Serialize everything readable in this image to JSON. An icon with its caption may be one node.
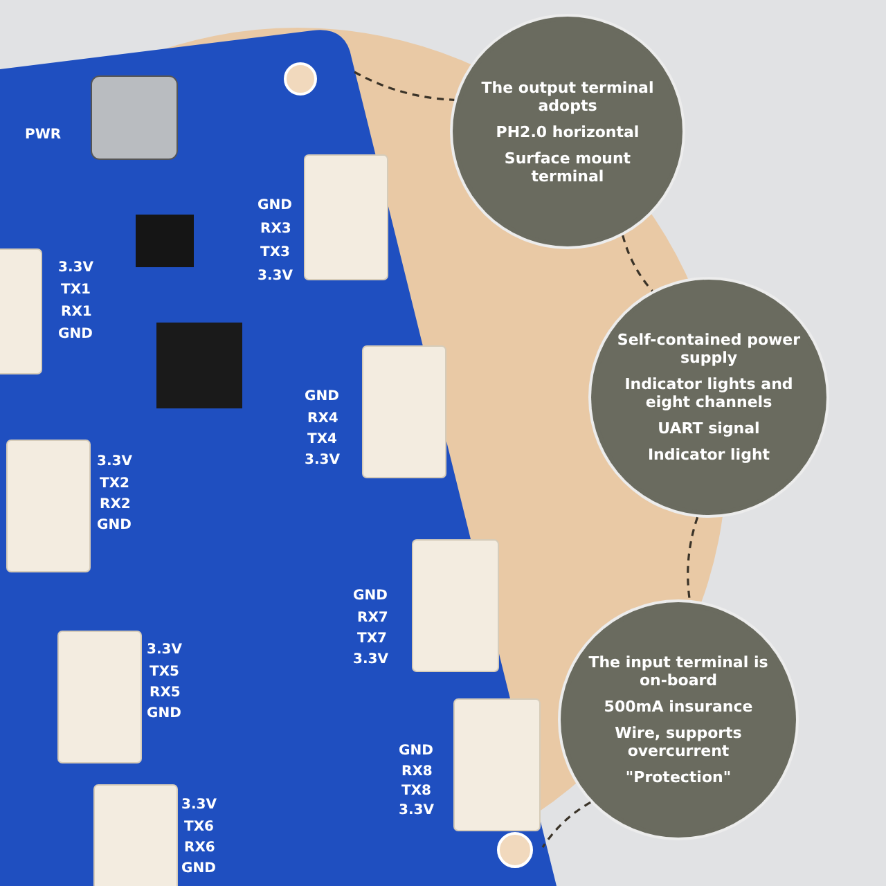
{
  "diagram": {
    "nodes": [
      {
        "text": [],
        "shape": "picture"
      },
      {
        "text": [
          "The output terminal adopts",
          "PH2.0 horizontal",
          "Surface mount terminal"
        ]
      },
      {
        "text": [
          "Self-contained power supply",
          "Indicator lights and eight channels",
          "UART signal",
          "Indicator light"
        ]
      },
      {
        "text": [
          "The input terminal is on-board",
          "500mA insurance",
          "Wire, supports overcurrent",
          "\"Protection\""
        ]
      }
    ],
    "edges": [
      {
        "from": 0,
        "to": 1,
        "arrow": "none",
        "style": "dashed"
      },
      {
        "from": 1,
        "to": 2,
        "arrow": "none",
        "style": "dashed"
      },
      {
        "from": 2,
        "to": 3,
        "arrow": "none",
        "style": "dashed"
      },
      {
        "from": 3,
        "to": 0,
        "arrow": "none",
        "style": "dashed"
      }
    ],
    "labels": [
      "PWR",
      "GND",
      "RX3",
      "TX3",
      "3.3V",
      "3.3V",
      "TX1",
      "RX1",
      "GND",
      "GND",
      "RX4",
      "TX4",
      "3.3V",
      "3.3V",
      "TX2",
      "RX2",
      "GND",
      "GND",
      "RX7",
      "TX7",
      "3.3V",
      "3.3V",
      "TX5",
      "RX5",
      "GND",
      "GND",
      "RX8",
      "TX8",
      "3.3V",
      "3.3V",
      "TX6",
      "RX6",
      "GND"
    ]
  }
}
